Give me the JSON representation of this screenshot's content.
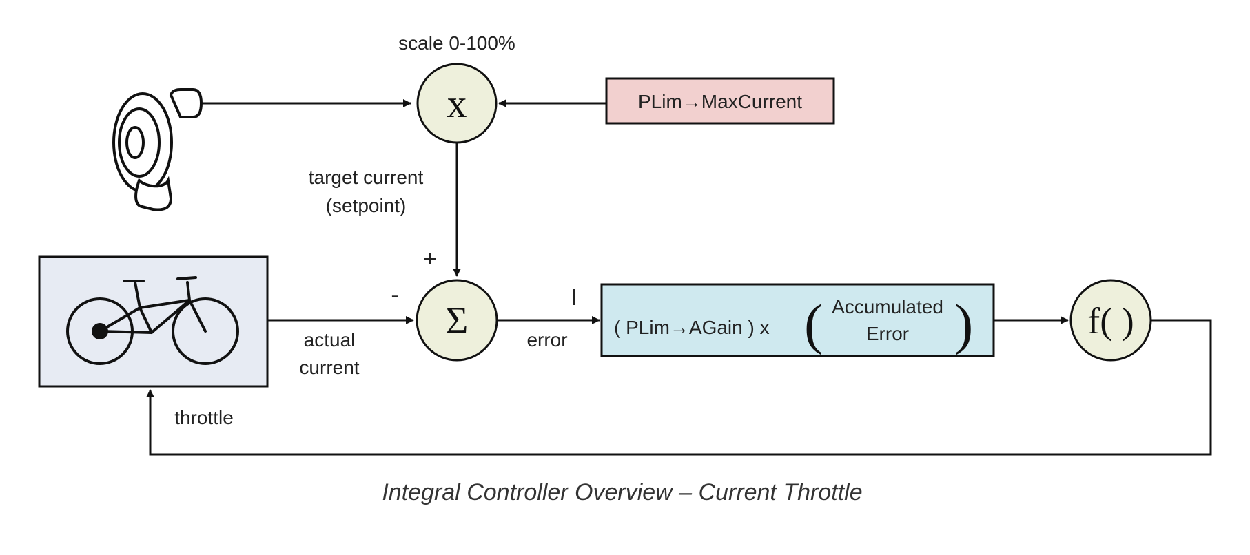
{
  "labels": {
    "scale": "scale 0-100%",
    "target_line1": "target current",
    "target_line2": "(setpoint)",
    "plus": "+",
    "minus": "-",
    "actual_line1": "actual",
    "actual_line2": "current",
    "error": "error",
    "integral_marker": "I",
    "throttle": "throttle"
  },
  "nodes": {
    "multiply_symbol": "x",
    "sum_symbol": "Σ",
    "func_symbol": "f( )",
    "maxcurrent_box": "PLim→MaxCurrent",
    "gain_text": "( PLim→AGain ) x",
    "accum_line1": "Accumulated",
    "accum_line2": "Error"
  },
  "caption": "Integral Controller Overview – Current Throttle",
  "colors": {
    "node_fill": "#eef0dc",
    "maxcurrent_fill": "#f2d0cf",
    "gain_fill": "#cfe9ef",
    "plant_fill": "#e7ebf3",
    "stroke": "#111111"
  },
  "icons": {
    "throttle": "throttle-grip-icon",
    "plant": "bicycle-icon"
  }
}
